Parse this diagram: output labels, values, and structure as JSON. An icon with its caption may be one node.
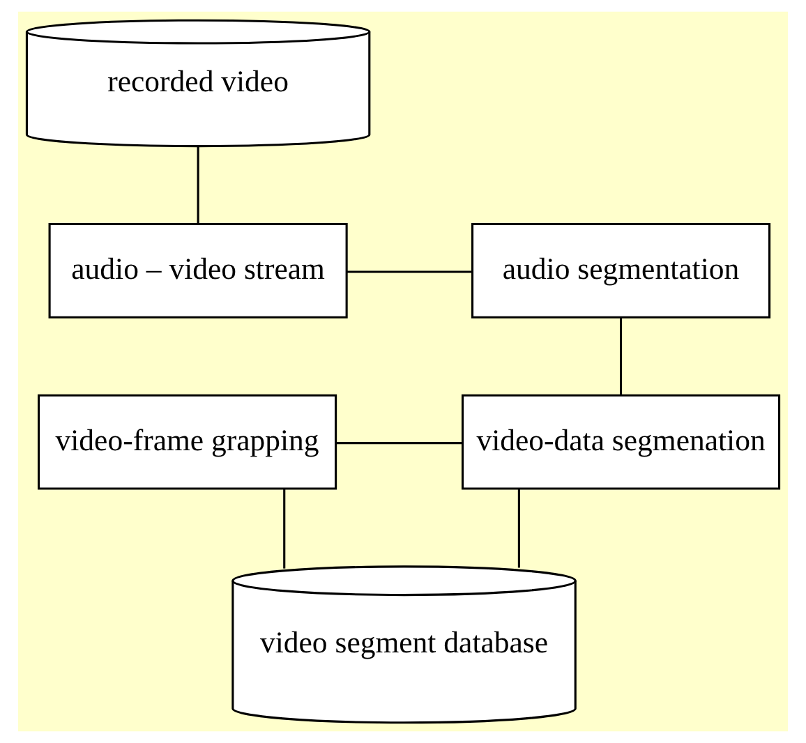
{
  "diagram": {
    "nodes": [
      {
        "text": [
          "recorded video"
        ]
      },
      {
        "text": [
          "audio – video stream"
        ]
      },
      {
        "text": [
          "audio segmentation"
        ]
      },
      {
        "text": [
          "video-frame grapping"
        ]
      },
      {
        "text": [
          "video-data segmenation"
        ]
      },
      {
        "text": [
          "video segment database"
        ]
      }
    ],
    "edges": [
      {
        "from": 0,
        "to": 1,
        "arrow": "none"
      },
      {
        "from": 1,
        "to": 2,
        "arrow": "none"
      },
      {
        "from": 2,
        "to": 4,
        "arrow": "none"
      },
      {
        "from": 3,
        "to": 4,
        "arrow": "none"
      },
      {
        "from": 3,
        "to": 5,
        "arrow": "none"
      },
      {
        "from": 4,
        "to": 5,
        "arrow": "none"
      }
    ]
  }
}
